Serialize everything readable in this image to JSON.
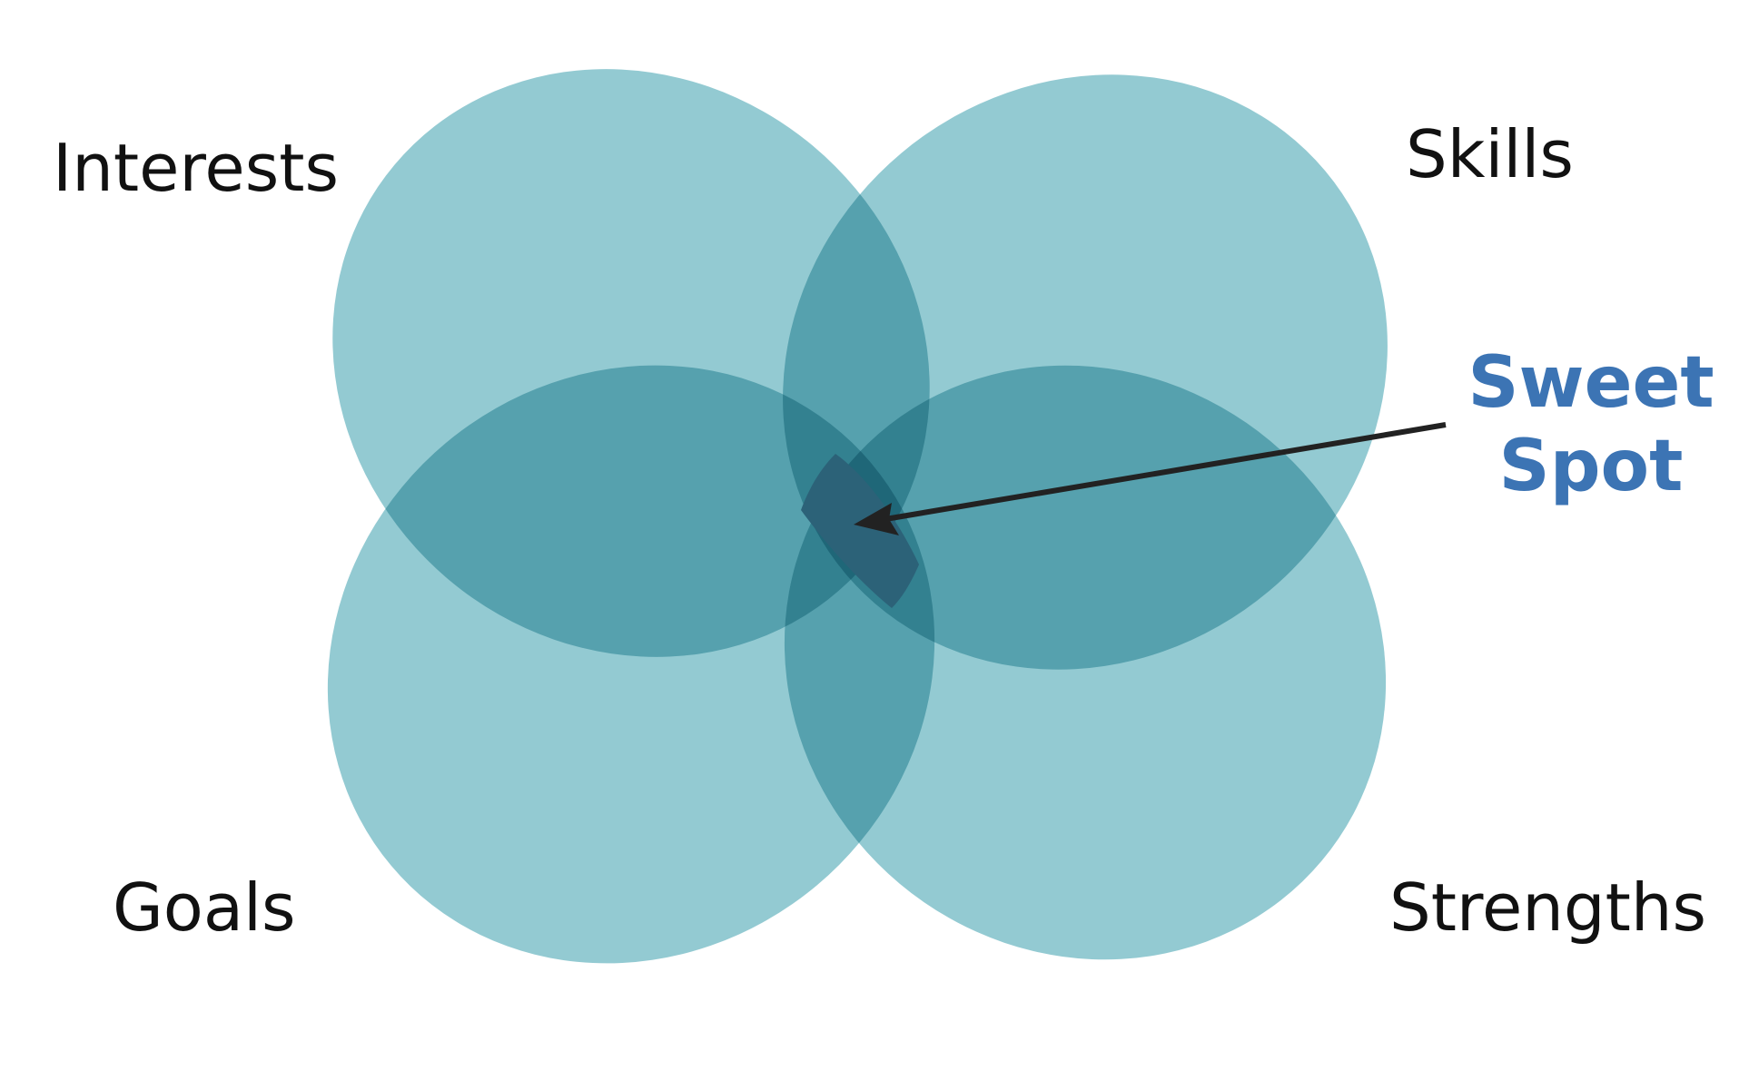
{
  "diagram": {
    "labels": {
      "interests": "Interests",
      "skills": "Skills",
      "goals": "Goals",
      "strengths": "Strengths"
    },
    "sweet_spot": {
      "line1": "Sweet",
      "line2": "Spot"
    }
  },
  "colors": {
    "circle_fill": "#8fc8d1",
    "overlap_core": "#2c6278",
    "sweet_spot_text": "#3c74b4",
    "label_text": "#111111",
    "arrow": "#222222"
  }
}
